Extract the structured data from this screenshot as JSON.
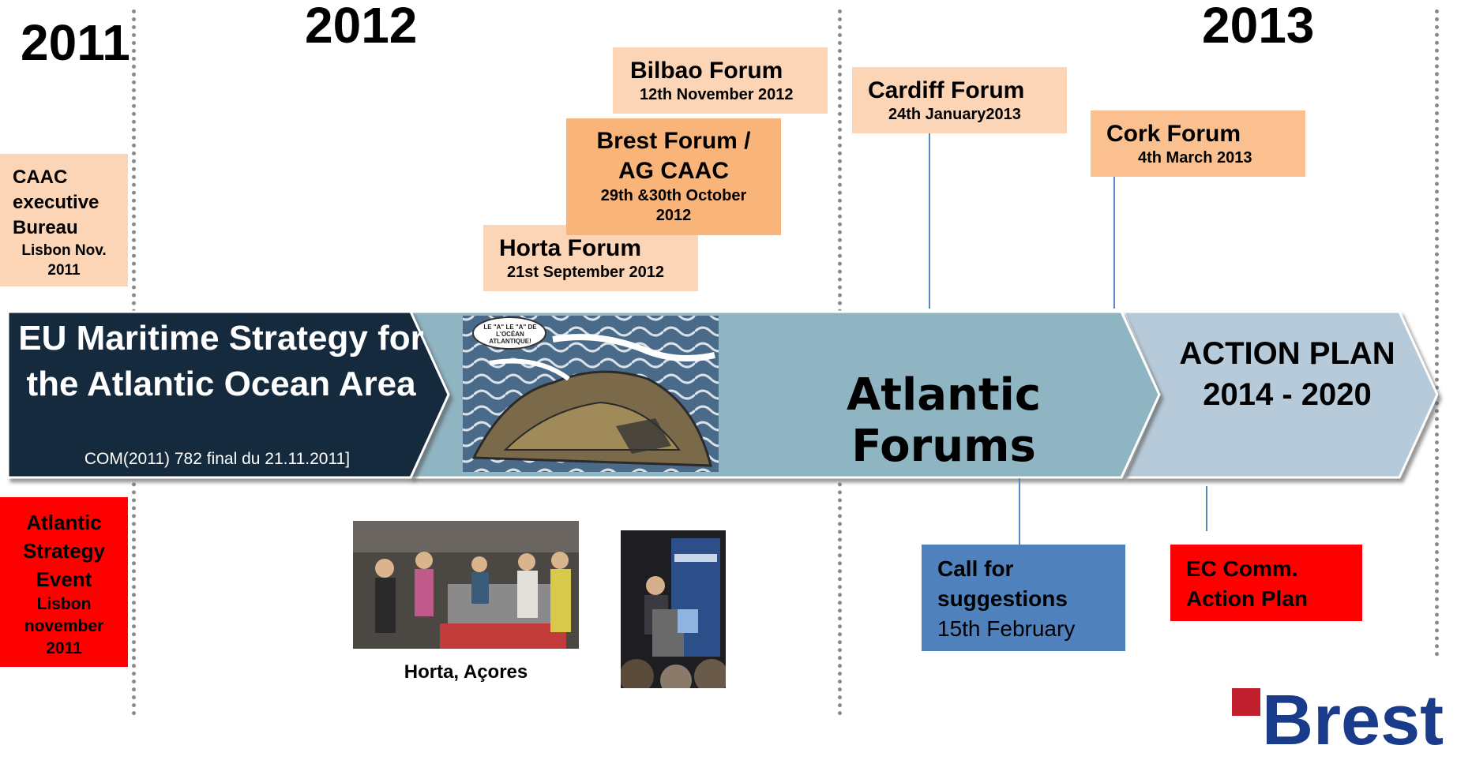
{
  "years": [
    "2011",
    "2012",
    "2013"
  ],
  "events": {
    "caac_bureau": {
      "title": "CAAC executive Bureau",
      "sub": "Lisbon Nov. 2011"
    },
    "bilbao": {
      "title": "Bilbao Forum",
      "sub": "12th November 2012"
    },
    "brest": {
      "title": "Brest Forum / AG CAAC",
      "sub": "29th &30th October 2012"
    },
    "horta": {
      "title": "Horta Forum",
      "sub": "21st September 2012"
    },
    "cardiff": {
      "title": "Cardiff Forum",
      "sub": "24th January2013"
    },
    "cork": {
      "title": "Cork Forum",
      "sub": "4th March 2013"
    },
    "atlantic_event": {
      "title": "Atlantic Strategy Event",
      "sub": "Lisbon november 2011"
    },
    "call": {
      "title": "Call for suggestions",
      "sub": "15th February"
    },
    "ec_comm": {
      "title": "EC Comm. Action Plan"
    }
  },
  "banner": {
    "strategy_title": "EU Maritime Strategy for the Atlantic Ocean Area",
    "strategy_ref": "COM(2011) 782 final du 21.11.2011]",
    "forums_title": "Atlantic Forums",
    "action_title": "ACTION PLAN 2014 - 2020"
  },
  "comic_speech": "LE \"A\" LE \"A\" DE L'OCÉAN ATLANTIQUE!",
  "photo_caption": "Horta, Açores",
  "brand_text": "Brest",
  "colors": {
    "navy": "#132a3e",
    "teal": "#8fb4c2",
    "lightblue": "#b7cad9",
    "peach": "#fbd5b5",
    "orange": "#f9b47a",
    "red": "#ff0000",
    "blue": "#4f81bd"
  }
}
